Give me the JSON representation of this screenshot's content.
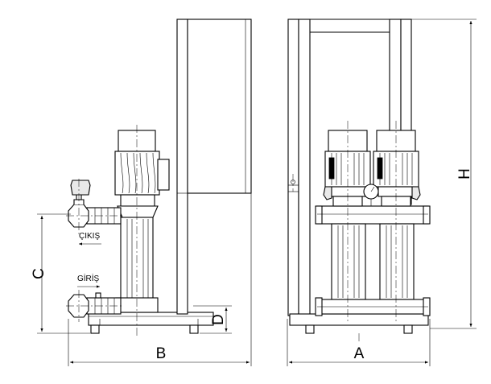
{
  "labels": {
    "outlet": "ÇIKIŞ",
    "inlet": "GİRİŞ",
    "dim_a": "A",
    "dim_b": "B",
    "dim_c": "C",
    "dim_d": "D",
    "dim_h": "H"
  }
}
